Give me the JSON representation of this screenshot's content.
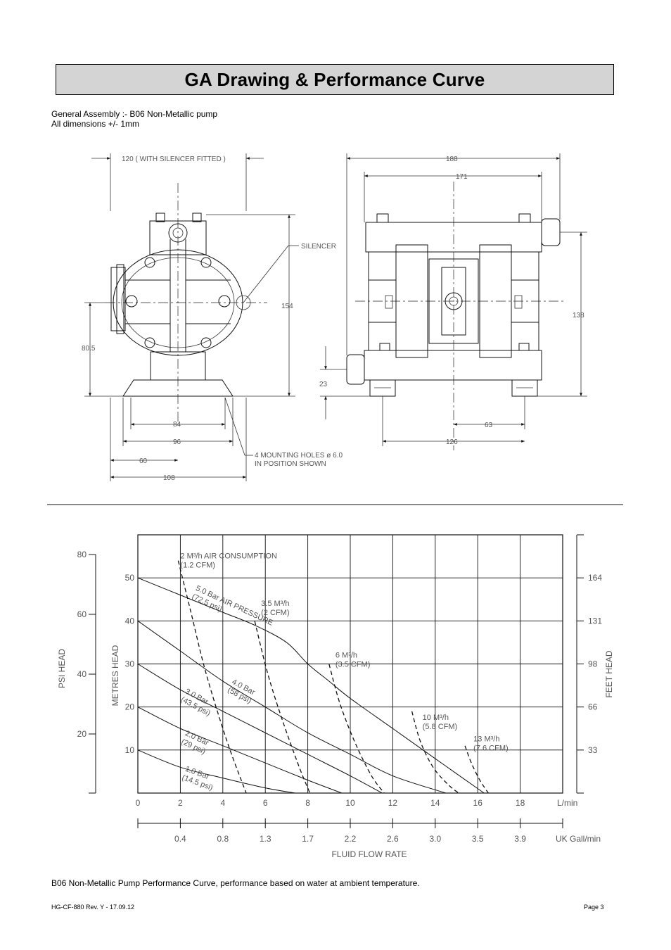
{
  "page": {
    "title": "GA Drawing & Performance Curve",
    "intro_line1": "General Assembly :- B06 Non-Metallic pump",
    "intro_line2": "All dimensions +/- 1mm",
    "caption": "B06 Non-Metallic Pump Performance Curve, performance based on water at ambient temperature.",
    "footer_left": "HG-CF-880 Rev. Y - 17.09.12",
    "footer_right": "Page 3"
  },
  "drawing": {
    "dim_120": "120 ( WITH SILENCER FITTED )",
    "dim_154": "154",
    "dim_80_5": "80.5",
    "dim_84": "84",
    "dim_96": "96",
    "dim_60": "60",
    "dim_108": "108",
    "silencer_label": "SILENCER",
    "mounting_line1": "4 MOUNTING HOLES ø 6.0",
    "mounting_line2": "IN POSITION SHOWN",
    "dim_188": "188",
    "dim_171": "171",
    "dim_138": "138",
    "dim_23": "23",
    "dim_63": "63",
    "dim_126": "126"
  },
  "chart_data": {
    "type": "line",
    "xlabel": "FLUID FLOW RATE",
    "x_unit": "L/min",
    "x_ticks": [
      "0",
      "2",
      "4",
      "6",
      "8",
      "10",
      "12",
      "14",
      "16",
      "18"
    ],
    "x_secondary_unit": "UK Gall/min",
    "x_secondary_ticks": [
      "0.4",
      "0.8",
      "1.3",
      "1.7",
      "2.2",
      "2.6",
      "3.0",
      "3.5",
      "3.9"
    ],
    "ylabel": "METRES HEAD",
    "y_ticks": [
      "10",
      "20",
      "30",
      "40",
      "50"
    ],
    "ylim": [
      0,
      60
    ],
    "xlim": [
      0,
      20
    ],
    "y_left_label": "PSI HEAD",
    "y_left_ticks": [
      "20",
      "40",
      "60",
      "80"
    ],
    "y_right_label": "FEET HEAD",
    "y_right_ticks": [
      "33",
      "66",
      "98",
      "131",
      "164"
    ],
    "grid": true,
    "series": [
      {
        "name": "5.0 Bar AIR PRESSURE",
        "sub": "(72.5 psi)",
        "style": "solid",
        "x": [
          0,
          2,
          4,
          5.5,
          7,
          8,
          9,
          10,
          12,
          14,
          16.3
        ],
        "y": [
          50,
          46,
          42,
          39,
          35,
          30,
          26,
          22,
          15,
          8,
          0
        ]
      },
      {
        "name": "4.0 Bar",
        "sub": "(58 psi)",
        "style": "solid",
        "x": [
          0,
          2,
          4,
          6,
          8,
          10,
          12,
          14.5
        ],
        "y": [
          40,
          33,
          26,
          20,
          14,
          9,
          4,
          0
        ]
      },
      {
        "name": "3.0 Bar",
        "sub": "(43.5 psi)",
        "style": "solid",
        "x": [
          0,
          2,
          4,
          6,
          8,
          10,
          11.5
        ],
        "y": [
          30,
          24,
          19,
          14,
          9,
          4,
          0
        ]
      },
      {
        "name": "2.0 Bar",
        "sub": "(29 psi)",
        "style": "solid",
        "x": [
          0,
          2,
          4,
          6,
          8,
          9.6
        ],
        "y": [
          20,
          15,
          11,
          7,
          3,
          0
        ]
      },
      {
        "name": "1.0 Bar",
        "sub": "(14.5 psi)",
        "style": "solid",
        "x": [
          0,
          2,
          4,
          6,
          7.4
        ],
        "y": [
          10,
          6,
          3.5,
          1.2,
          0
        ]
      },
      {
        "name": "2 M³/h AIR CONSUMPTION",
        "sub": "(1.2 CFM)",
        "style": "dashed",
        "x": [
          1.9,
          2.5,
          3.2,
          4.2,
          5.1
        ],
        "y": [
          54,
          42,
          28,
          12,
          0
        ]
      },
      {
        "name": "3.5 M³/h",
        "sub": "(2 CFM)",
        "style": "dashed",
        "x": [
          5.5,
          6.1,
          6.8,
          7.6,
          8.1
        ],
        "y": [
          40,
          28,
          17,
          6,
          0
        ]
      },
      {
        "name": "6 M³/h",
        "sub": "(3.5 CFM)",
        "style": "dashed",
        "x": [
          9.0,
          9.5,
          10.2,
          11.0,
          11.6
        ],
        "y": [
          30,
          21,
          12,
          4,
          0
        ]
      },
      {
        "name": "10 M³/h",
        "sub": "(5.8 CFM)",
        "style": "dashed",
        "x": [
          12.9,
          13.3,
          13.9,
          14.6,
          15.1
        ],
        "y": [
          19,
          12,
          6,
          2,
          0
        ]
      },
      {
        "name": "13 M³/h",
        "sub": "(7.6 CFM)",
        "style": "dashed",
        "x": [
          15.4,
          15.7,
          16.1,
          16.5
        ],
        "y": [
          11,
          7,
          3,
          0
        ]
      }
    ]
  }
}
